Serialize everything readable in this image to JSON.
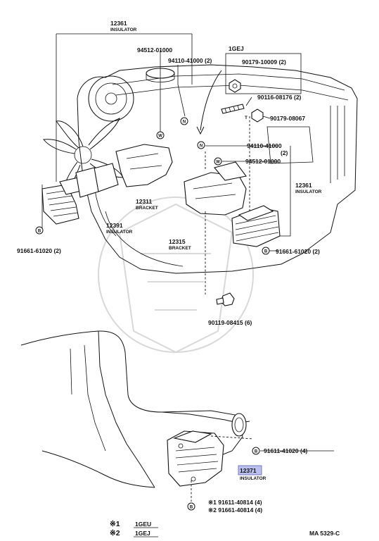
{
  "labels": {
    "ins_12361_top": {
      "num": "12361",
      "name": "INSULATOR"
    },
    "p94512_top": "94512-01000",
    "p94110_top": "94110-41000 (2)",
    "engine_1gej": "1GEJ",
    "p90179_10009": "90179-10009 (2)",
    "p90116": "90116-08176 (2)",
    "p90179_08067": "90179-08067",
    "p94110_right_a": "94110-41000",
    "p94110_right_b": "(2)",
    "p94512_right": "94512-01000",
    "ins_12361_right": {
      "num": "12361",
      "name": "INSULATOR"
    },
    "br_12311": {
      "num": "12311",
      "name": "BRACKET"
    },
    "ins_12391": {
      "num": "12391",
      "name": "INSULATOR"
    },
    "br_12315": {
      "num": "12315",
      "name": "BRACKET"
    },
    "p91661_left": "91661-61020 (2)",
    "p91661_right": "91661-61020 (2)",
    "p90119": "90119-08415 (6)",
    "p91611_41020": "91611-41020 (4)",
    "ins_12371": {
      "num": "12371",
      "name": "INSULATOR"
    },
    "p91611_40814": "※1 91611-40814 (4)",
    "p91661_40814": "※2 91661-40814 (4)"
  },
  "marks": {
    "n": "N",
    "w": "W",
    "b": "B",
    "t": "T"
  },
  "legend": [
    {
      "key": "※1",
      "value": "1GEU"
    },
    {
      "key": "※2",
      "value": "1GEJ"
    }
  ],
  "ref_code": "MA  5329-C"
}
